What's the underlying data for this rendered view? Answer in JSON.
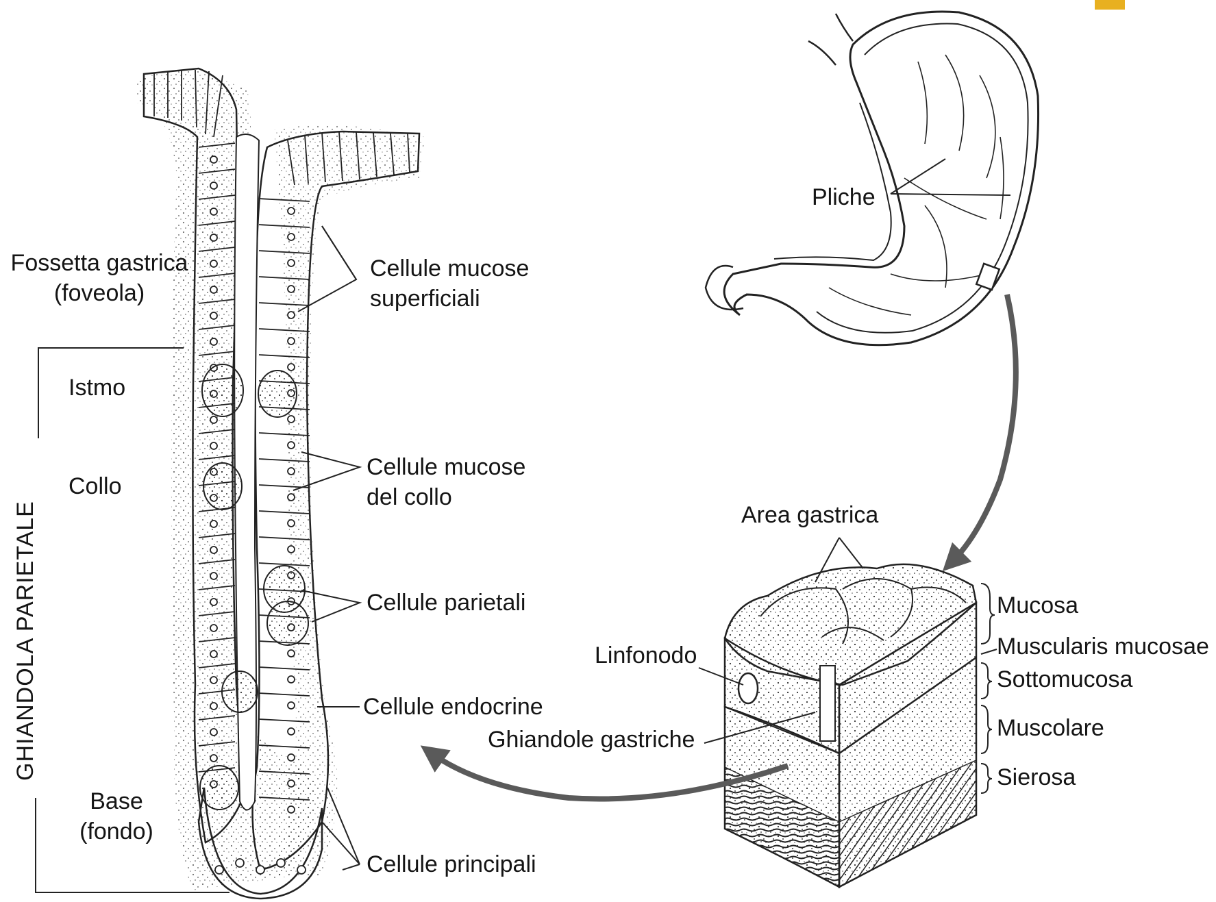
{
  "colors": {
    "ink": "#222222",
    "paper": "#ffffff",
    "corner_accent": "#e8b020",
    "arrow": "#5a5a5a"
  },
  "labels": {
    "foveola_line1": "Fossetta gastrica",
    "foveola_line2": "(foveola)",
    "surface_mucous_line1": "Cellule mucose",
    "surface_mucous_line2": "superficiali",
    "isthmus": "Istmo",
    "neck": "Collo",
    "base_line1": "Base",
    "base_line2": "(fondo)",
    "gland_vertical": "GHIANDOLA PARIETALE",
    "neck_mucous_line1": "Cellule mucose",
    "neck_mucous_line2": "del collo",
    "parietal": "Cellule parietali",
    "endocrine": "Cellule endocrine",
    "chief": "Cellule principali",
    "folds": "Pliche",
    "gastric_area": "Area gastrica",
    "lymph_node": "Linfonodo",
    "gastric_glands": "Ghiandole gastriche",
    "mucosa": "Mucosa",
    "muscularis_mucosae": "Muscularis mucosae",
    "submucosa": "Sottomucosa",
    "muscular": "Muscolare",
    "serosa": "Sierosa"
  }
}
